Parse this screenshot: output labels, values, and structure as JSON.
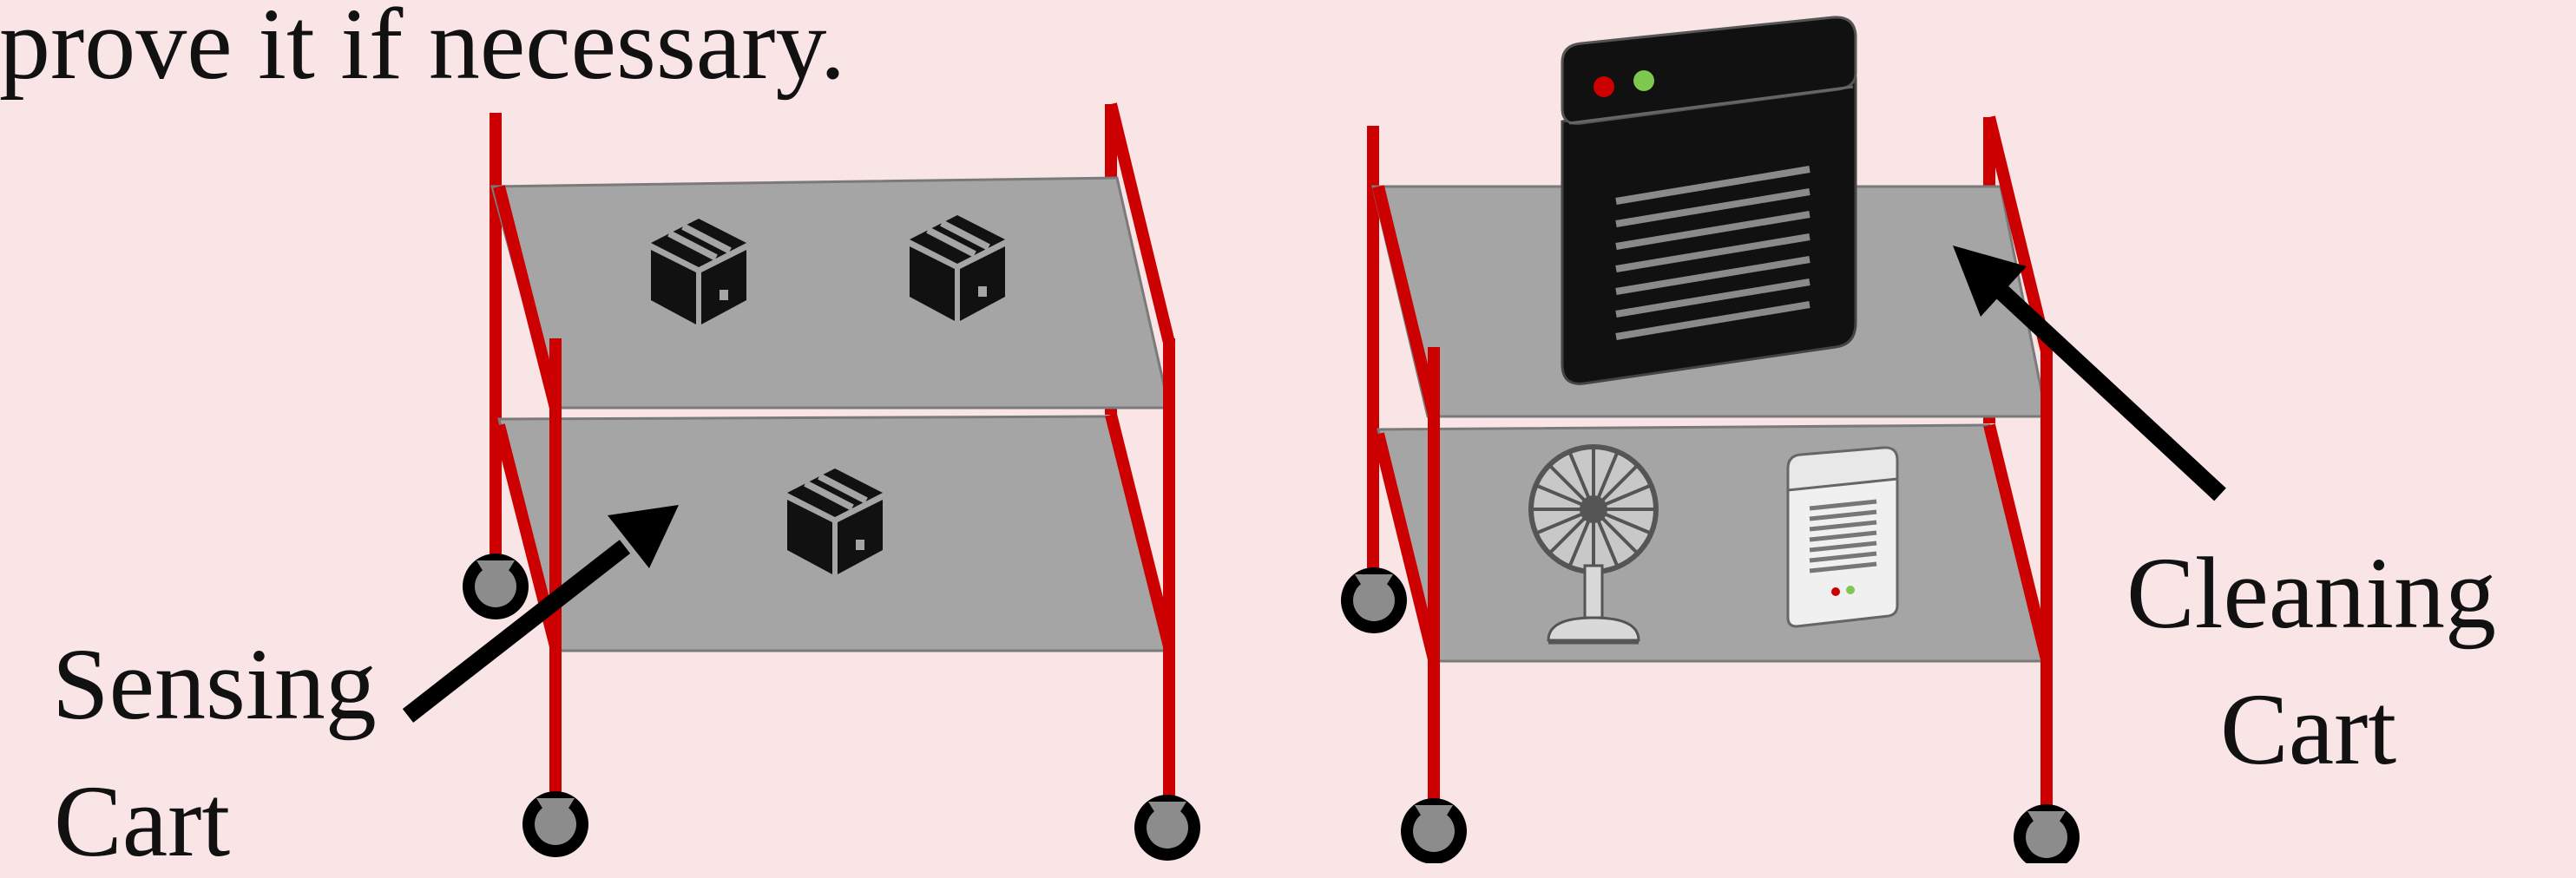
{
  "caption": "nprove it if  necessary.",
  "labels": {
    "sensing_cart": [
      "Sensing",
      "Cart"
    ],
    "cleaning_cart": [
      "Cleaning",
      "Cart"
    ]
  },
  "colors": {
    "background": "#f9e4e6",
    "cart_frame": "#cc0000",
    "shelf": "#a5a5a5",
    "wheel": "#000000",
    "arrow": "#000000"
  },
  "icons": {
    "sensing_cart": [
      "box-icon",
      "box-icon",
      "box-icon"
    ],
    "cleaning_cart": [
      "air-purifier-icon",
      "fan-icon",
      "heater-icon"
    ]
  }
}
